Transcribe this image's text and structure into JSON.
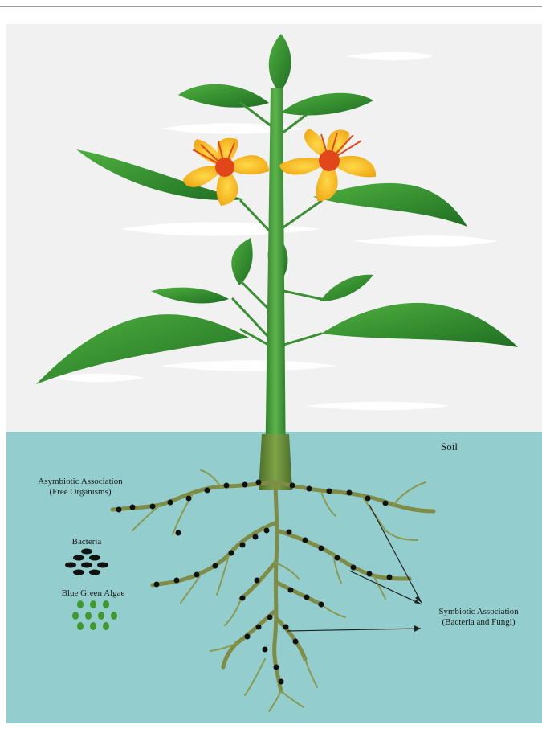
{
  "labels": {
    "soil": "Soil",
    "asymbiotic_line1": "Asymbiotic Association",
    "asymbiotic_line2": "(Free Organisms)",
    "bacteria": "Bacteria",
    "blue_green_algae": "Blue Green Algae",
    "symbiotic_line1": "Symbiotic Association",
    "symbiotic_line2": "(Bacteria and Fungi)"
  },
  "colors": {
    "sky": "#f1f1f1",
    "soil": "#93cdce",
    "leaf": "#2e8a2c",
    "stem": "#3a8f33",
    "petal": "#f6c21a",
    "petal_center": "#e2461b",
    "root": "#6f7a3a",
    "nodule": "#111111",
    "algae": "#3f9a2e"
  }
}
